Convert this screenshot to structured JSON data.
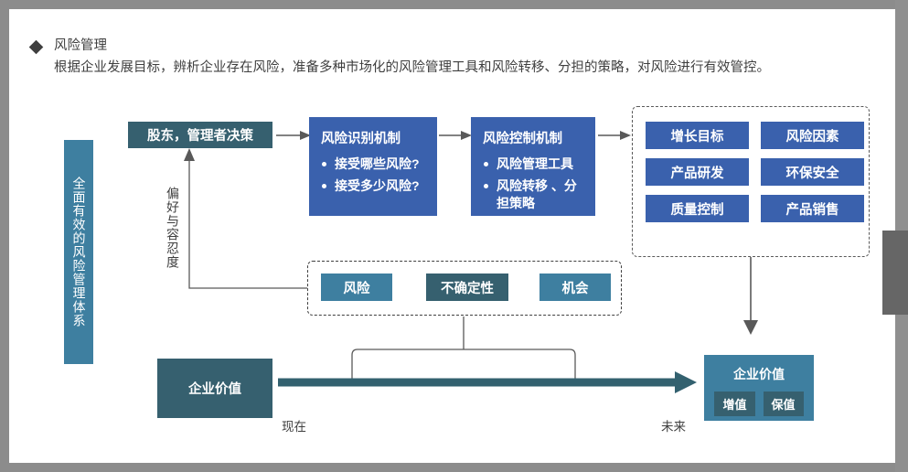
{
  "header": {
    "bullet_icon": "diamond-bullet-icon",
    "title": "风险管理",
    "description": "根据企业发展目标，辨析企业存在风险，准备多种市场化的风险管理工具和风险转移、分担的策略，对风险进行有效管控。"
  },
  "banner": {
    "label": "全面有效的风险管理体系"
  },
  "flow": {
    "decision_box": "股东，管理者决策",
    "identify_box": {
      "title": "风险识别机制",
      "items": [
        "接受哪些风险?",
        "接受多少风险?"
      ]
    },
    "control_box": {
      "title": "风险控制机制",
      "items": [
        "风险管理工具",
        "风险转移 、分担策略"
      ]
    },
    "preference_label": "偏好与容忍度"
  },
  "objectives_group": {
    "tags": [
      "增长目标",
      "风险因素",
      "产品研发",
      "环保安全",
      "质量控制",
      "产品销售"
    ]
  },
  "uncertainty_group": {
    "tags": [
      "风险",
      "不确定性",
      "机会"
    ]
  },
  "timeline": {
    "value_now": "企业价值",
    "label_now": "现在",
    "label_future": "未来",
    "value_future": {
      "title": "企业价值",
      "chips": [
        "增值",
        "保值"
      ]
    }
  },
  "colors": {
    "teal": "#3e7fa0",
    "slate": "#36606f",
    "royal": "#3a61ad",
    "text_dark": "#3f3f3f",
    "canvas": "#ffffff",
    "frame": "#8c8c8c"
  }
}
